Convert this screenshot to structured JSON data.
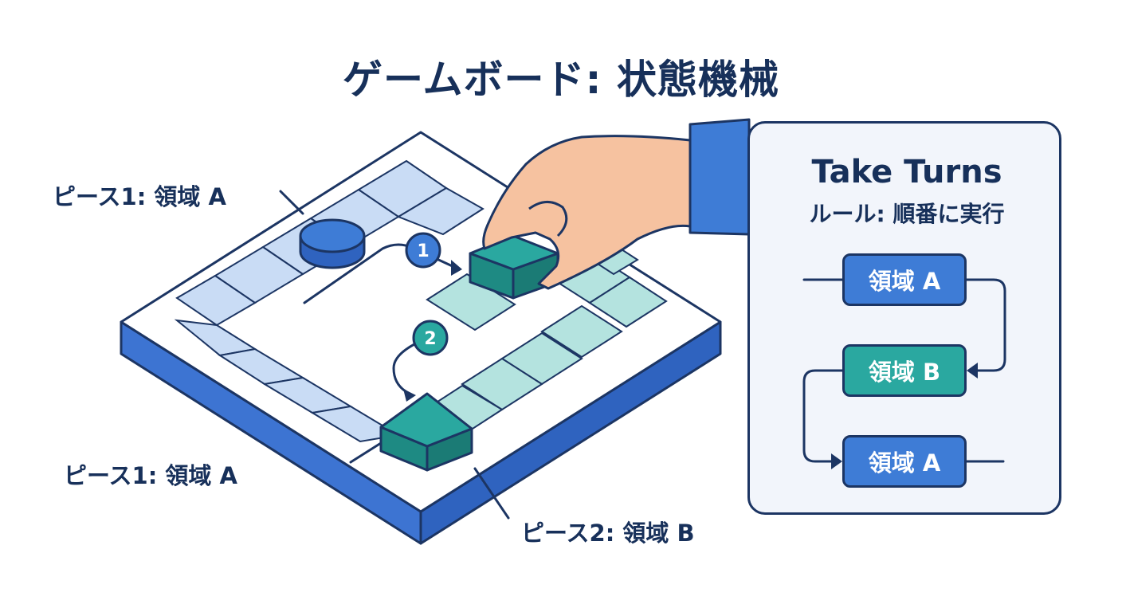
{
  "title": "ゲームボード: 状態機械",
  "callouts": {
    "piece1_top": "ピース1: 領域 A",
    "piece1_bottom": "ピース1: 領域 A",
    "piece2": "ピース2: 領域 B"
  },
  "steps": {
    "step1": "1",
    "step2": "2"
  },
  "panel": {
    "title": "Take Turns",
    "subtitle": "ルール: 順番に実行",
    "states": [
      {
        "label": "領域 A"
      },
      {
        "label": "領域 B"
      },
      {
        "label": "領域 A"
      }
    ]
  },
  "colors": {
    "navy": "#1c3563",
    "region_a_tile": "#c9dcf5",
    "region_b_tile": "#b4e3df",
    "board_side": "#3d74d2",
    "teal_piece": "#2aa8a0",
    "blue_piece": "#3e7cd6",
    "panel_bg": "#f2f5fb"
  },
  "icons": [
    "board-icon",
    "hand-icon",
    "blue-disc-piece-icon",
    "teal-cube-piece-icon"
  ]
}
